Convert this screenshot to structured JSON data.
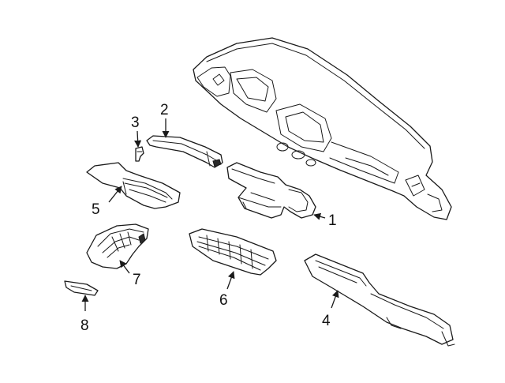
{
  "diagram": {
    "callouts": [
      {
        "id": "1",
        "label": "1"
      },
      {
        "id": "2",
        "label": "2"
      },
      {
        "id": "3",
        "label": "3"
      },
      {
        "id": "4",
        "label": "4"
      },
      {
        "id": "5",
        "label": "5"
      },
      {
        "id": "6",
        "label": "6"
      },
      {
        "id": "7",
        "label": "7"
      },
      {
        "id": "8",
        "label": "8"
      }
    ],
    "colors": {
      "line": "#1a1a1a",
      "background": "#ffffff"
    }
  }
}
